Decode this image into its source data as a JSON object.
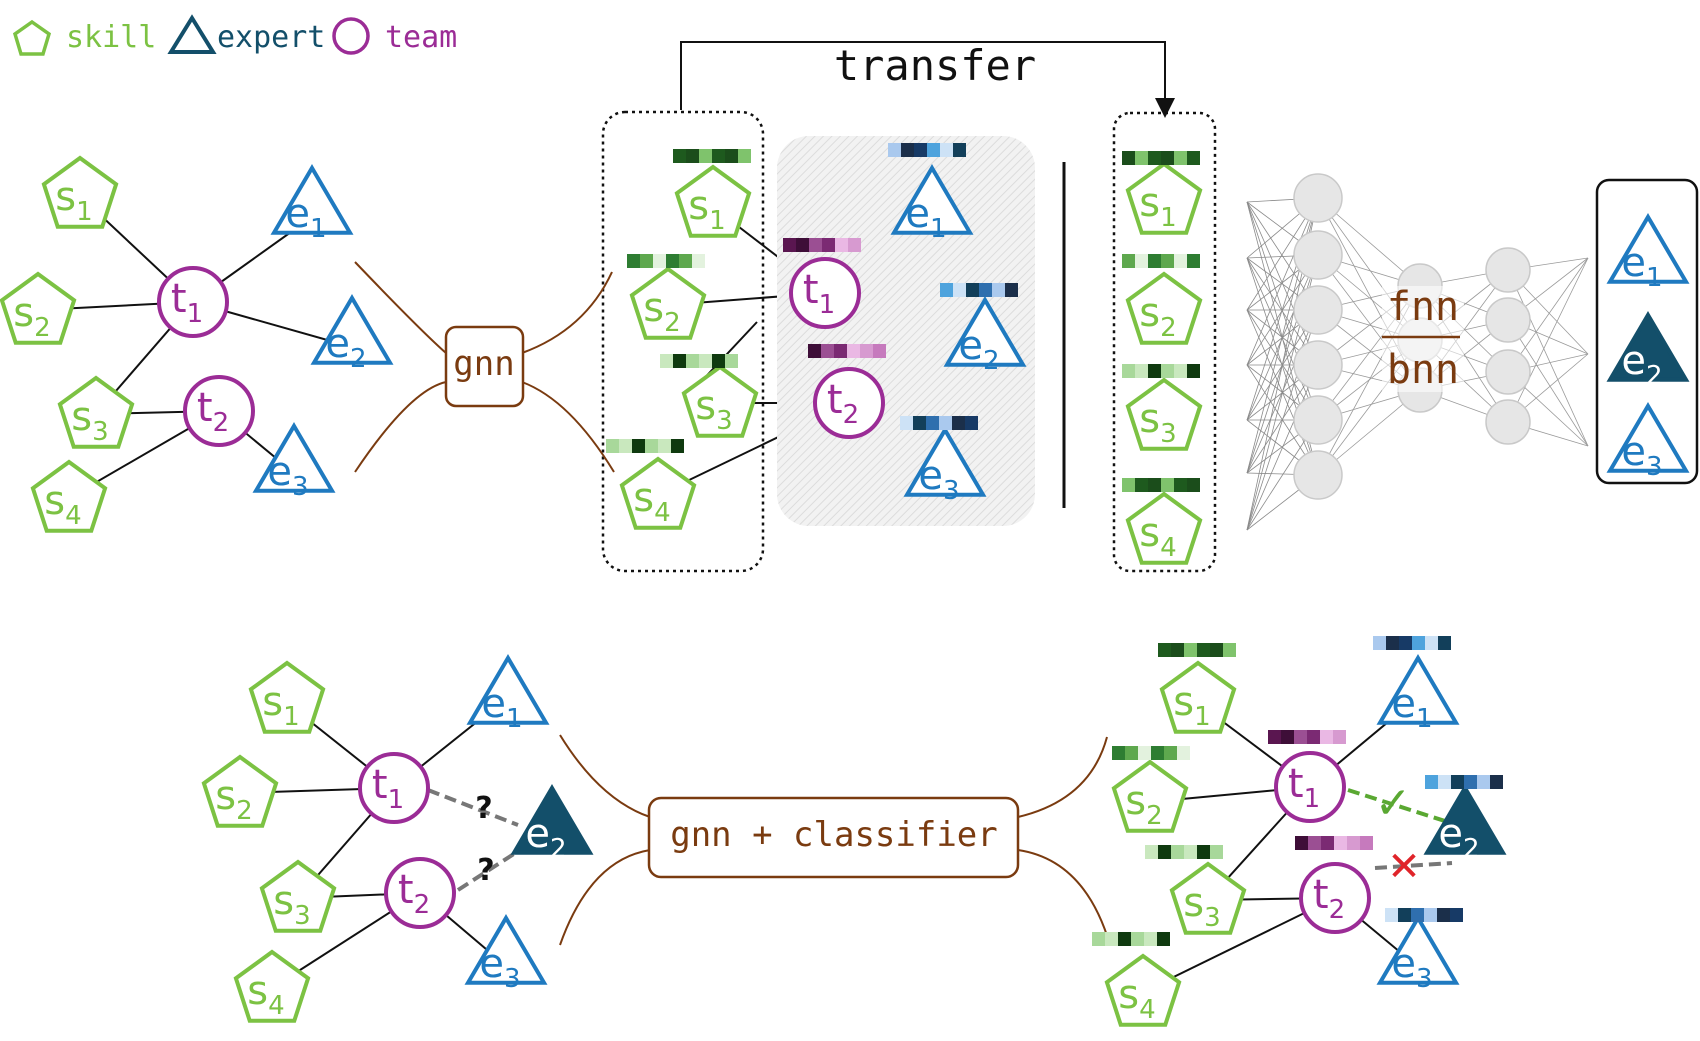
{
  "legend": {
    "skill_label": "skill",
    "expert_label": "expert",
    "team_label": "team"
  },
  "colors": {
    "skill": "#7cc243",
    "expert": "#1f7ac0",
    "expert_dark": "#134f6a",
    "team": "#9b2c96",
    "edge": "#111111",
    "link_curve": "#7a3b10",
    "box_text": "#7a3b10",
    "check": "#5aa832",
    "cross": "#e0242a",
    "dashed": "#777777",
    "nn_node": "#e6e6e6"
  },
  "transfer_label": "transfer",
  "gnn_label": "gnn",
  "fnn_label": "fnn",
  "bnn_label": "bnn",
  "classifier_label": "gnn + classifier",
  "question_mark": "?",
  "check_mark": "✓",
  "cross_mark": "✕",
  "nodes": {
    "s1": {
      "base": "s",
      "sub": "1"
    },
    "s2": {
      "base": "s",
      "sub": "2"
    },
    "s3": {
      "base": "s",
      "sub": "3"
    },
    "s4": {
      "base": "s",
      "sub": "4"
    },
    "t1": {
      "base": "t",
      "sub": "1"
    },
    "t2": {
      "base": "t",
      "sub": "2"
    },
    "e1": {
      "base": "e",
      "sub": "1"
    },
    "e2": {
      "base": "e",
      "sub": "2"
    },
    "e3": {
      "base": "e",
      "sub": "3"
    }
  }
}
